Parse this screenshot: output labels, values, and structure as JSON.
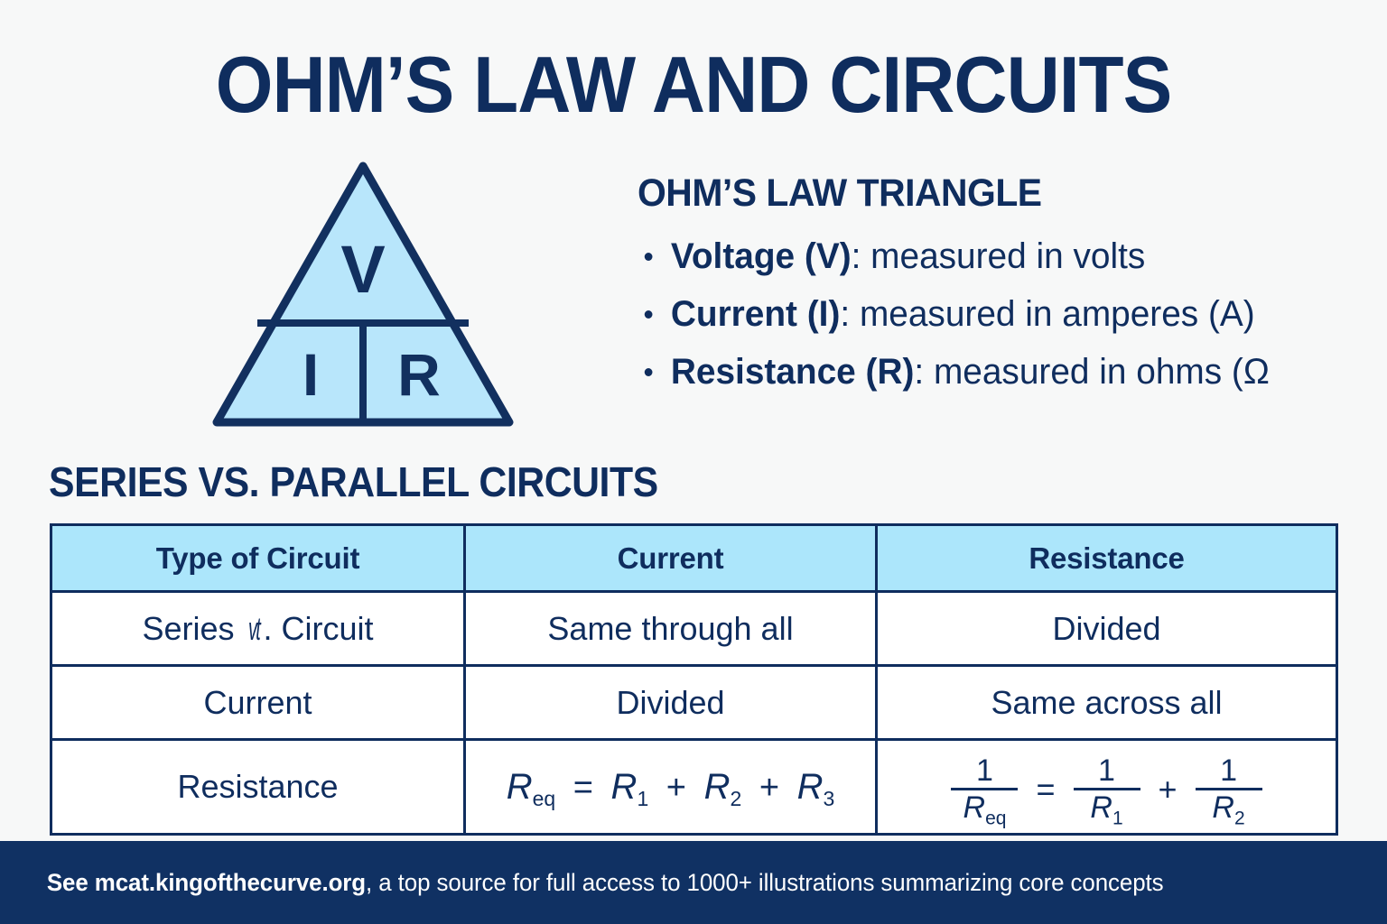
{
  "page": {
    "title": "OHM’S LAW AND CIRCUITS",
    "background_color": "#f7f8f8",
    "navy": "#0f2d5e",
    "light_blue": "#ace6fb",
    "triangle_fill": "#b8e6fb"
  },
  "triangle": {
    "top_label": "V",
    "bottom_left_label": "I",
    "bottom_right_label": "R"
  },
  "ohms_law": {
    "heading": "OHM’S LAW TRIANGLE",
    "bullets": [
      {
        "term": "Voltage (V)",
        "rest": ": measured in volts"
      },
      {
        "term": "Current (I)",
        "rest": ": measured in amperes (A)"
      },
      {
        "term": "Resistance (R)",
        "rest": ": measured in ohms (Ω"
      }
    ]
  },
  "series_parallel": {
    "heading": "SERIES VS. PARALLEL CIRCUITS",
    "table": {
      "columns": [
        "Type of Circuit",
        "Current",
        "Resistance"
      ],
      "rows": [
        {
          "type_prefix": "Series ",
          "type_odd": "vt",
          "type_suffix": ". Circuit",
          "current": "Same through all",
          "resistance": "Divided"
        },
        {
          "type": "Current",
          "current": "Divided",
          "resistance": "Same across all"
        },
        {
          "type": "Resistance",
          "current_formula": {
            "lhs_var": "R",
            "lhs_sub": "eq",
            "equals": "=",
            "terms": [
              {
                "var": "R",
                "sub": "1"
              },
              {
                "var": "R",
                "sub": "2"
              },
              {
                "var": "R",
                "sub": "3"
              }
            ],
            "plus": "+"
          },
          "resistance_formula": {
            "numerator": "1",
            "f1_den_var": "R",
            "f1_den_sub": "eq",
            "equals": "=",
            "f2_den_var": "R",
            "f2_den_sub": "1",
            "plus": "+",
            "f3_den_var": "R",
            "f3_den_sub": "2"
          }
        }
      ]
    }
  },
  "footer": {
    "bold_text": "See mcat.kingofthecurve.org",
    "rest_text": ", a top source for full access to 1000+ illustrations summarizing core concepts"
  }
}
